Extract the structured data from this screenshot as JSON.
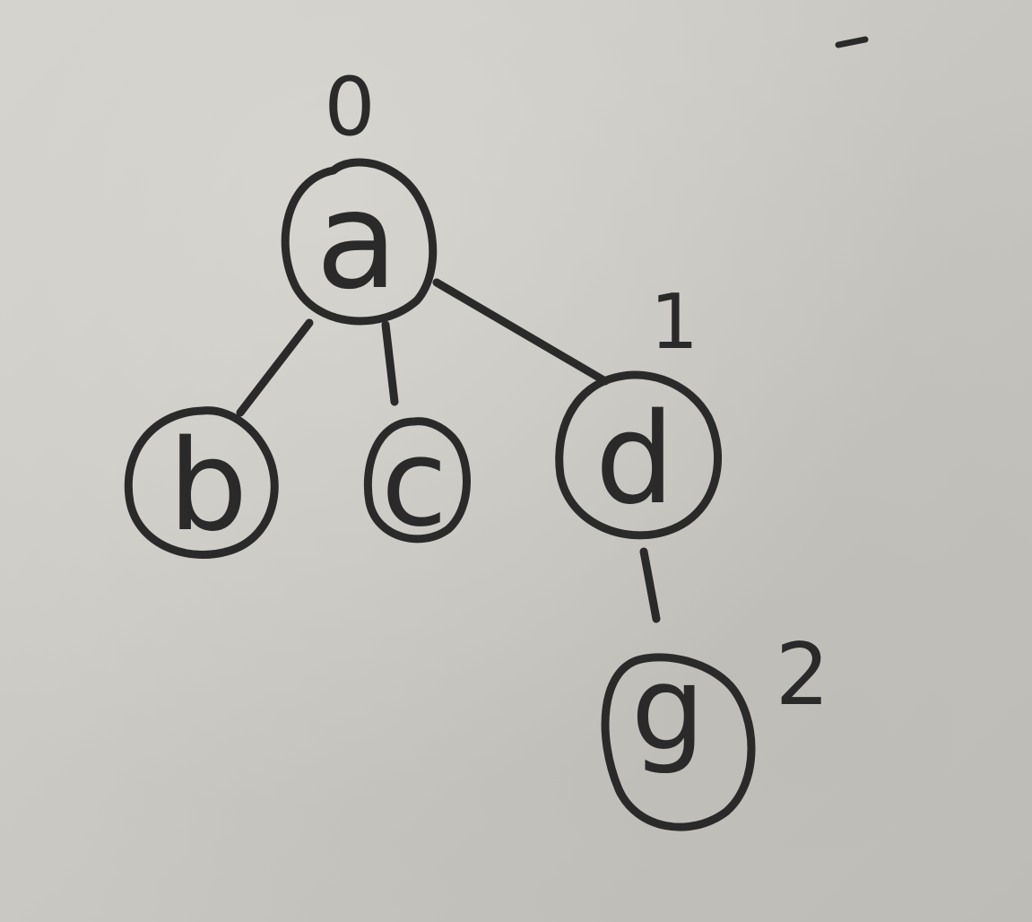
{
  "diagram": {
    "nodes": [
      {
        "id": "a",
        "label": "a",
        "annotation": "0"
      },
      {
        "id": "b",
        "label": "b",
        "annotation": ""
      },
      {
        "id": "c",
        "label": "c",
        "annotation": ""
      },
      {
        "id": "d",
        "label": "d",
        "annotation": "1"
      },
      {
        "id": "g",
        "label": "g",
        "annotation": "2"
      }
    ],
    "edges": [
      {
        "from": "a",
        "to": "b"
      },
      {
        "from": "a",
        "to": "c"
      },
      {
        "from": "a",
        "to": "d"
      },
      {
        "from": "d",
        "to": "g"
      }
    ],
    "ink_color": "#2a2a2b",
    "paper_color": "#cfcdc6"
  }
}
